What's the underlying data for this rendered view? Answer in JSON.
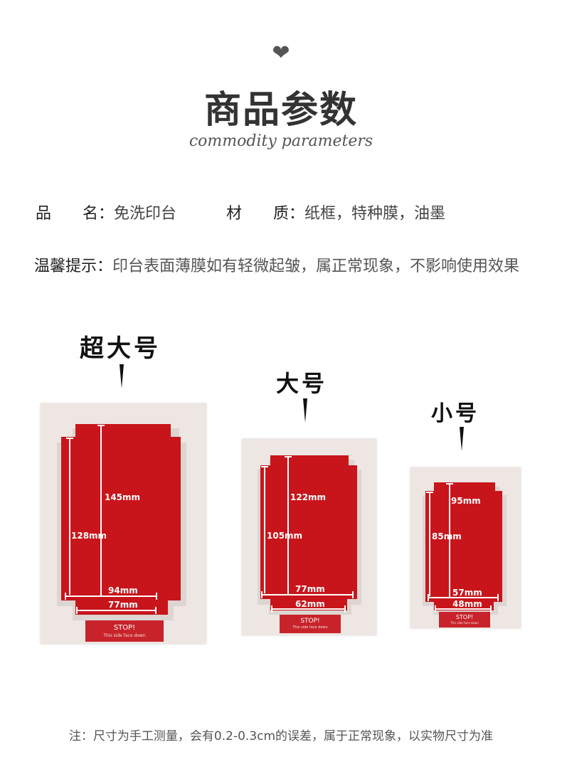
{
  "header": {
    "title": "商品参数",
    "subtitle": "commodity parameters"
  },
  "specs": {
    "name_label": "品　　名：",
    "name_value": "免洗印台",
    "material_label": "材　　质：",
    "material_value": "纸框，特种膜，油墨",
    "tip_label": "温馨提示：",
    "tip_value": "印台表面薄膜如有轻微起皱，属正常现象，不影响使用效果"
  },
  "products": [
    {
      "label": "超大号",
      "outer_height": "145mm",
      "inner_height": "128mm",
      "outer_width": "94mm",
      "inner_width": "77mm",
      "stop_title": "STOP!",
      "stop_sub": "This side face down"
    },
    {
      "label": "大号",
      "outer_height": "122mm",
      "inner_height": "105mm",
      "outer_width": "77mm",
      "inner_width": "62mm",
      "stop_title": "STOP!",
      "stop_sub": "This side face down"
    },
    {
      "label": "小号",
      "outer_height": "95mm",
      "inner_height": "85mm",
      "outer_width": "57mm",
      "inner_width": "48mm",
      "stop_title": "STOP!",
      "stop_sub": "This side face down"
    }
  ],
  "footer": {
    "note": "注：尺寸为手工测量，会有0.2-0.3cm的误差，属于正常现象，以实物尺寸为准"
  },
  "colors": {
    "ink_red": "#c8151b",
    "frame": "#ede6e3",
    "text": "#333333"
  },
  "icons": {
    "header_ornament": "heart-icon"
  }
}
